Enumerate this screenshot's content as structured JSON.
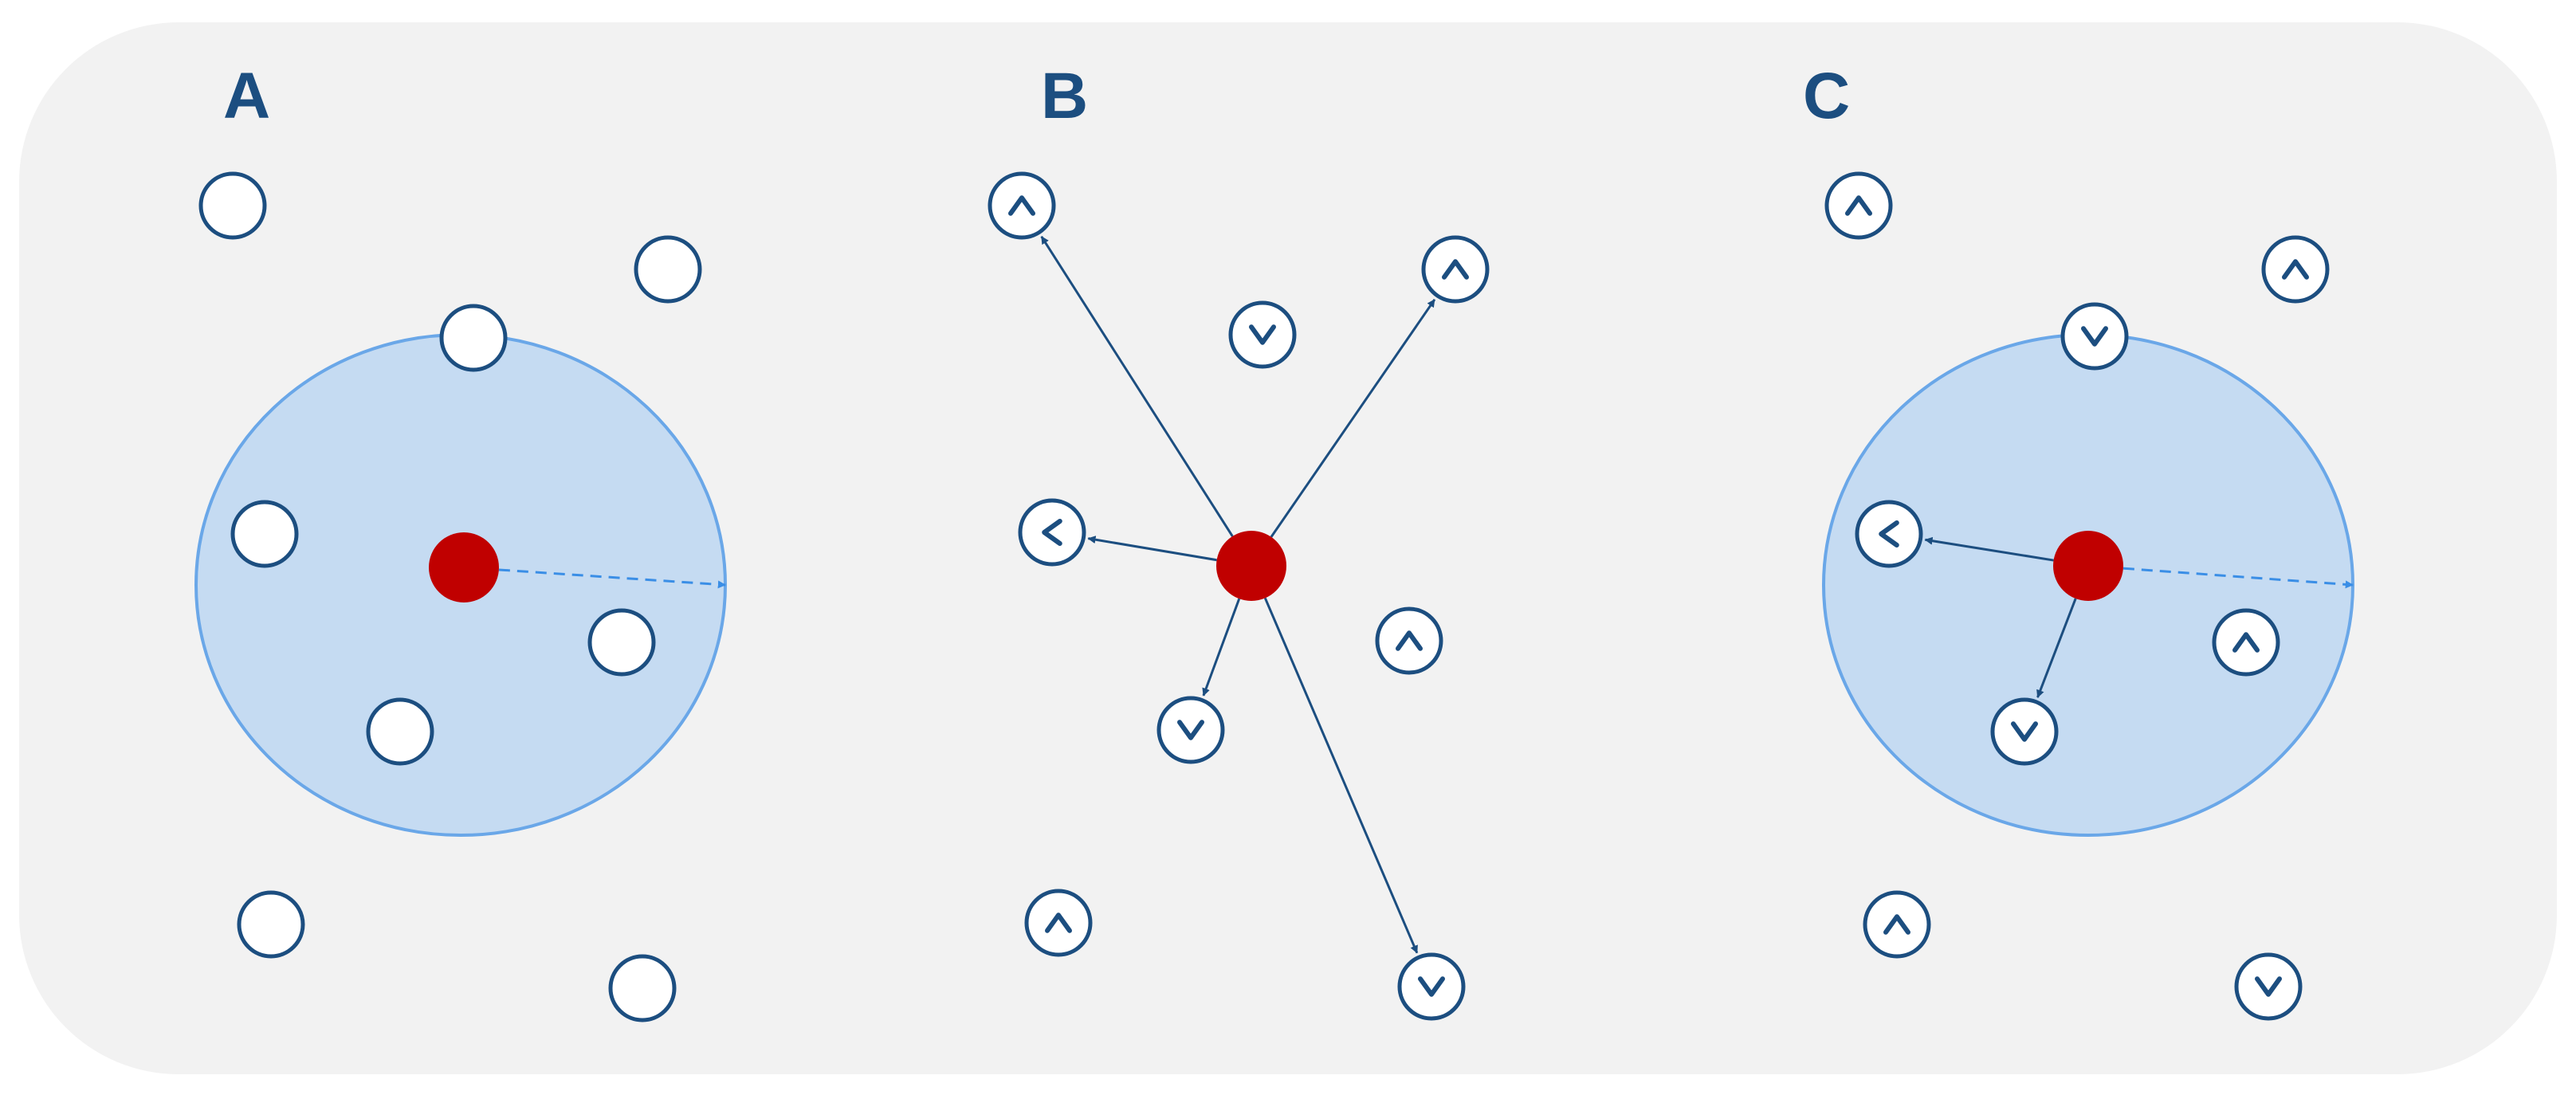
{
  "colors": {
    "background": "#f2f2f2",
    "node_stroke": "#1c4e80",
    "node_fill": "#ffffff",
    "source_fill": "#c00000",
    "range_fill": "#c5dbf2",
    "range_stroke": "#6aa7e8",
    "dashed_arrow": "#3a8ee6",
    "solid_arrow": "#1c4e80",
    "label": "#1c4e80"
  },
  "panels": [
    {
      "id": "a",
      "label": "A"
    },
    {
      "id": "b",
      "label": "B"
    },
    {
      "id": "c",
      "label": "C"
    }
  ],
  "legend": {
    "node_icon": "circle-icon",
    "oriented_node_icon": "chevron-node-icon",
    "source_icon": "red-dot-icon"
  }
}
